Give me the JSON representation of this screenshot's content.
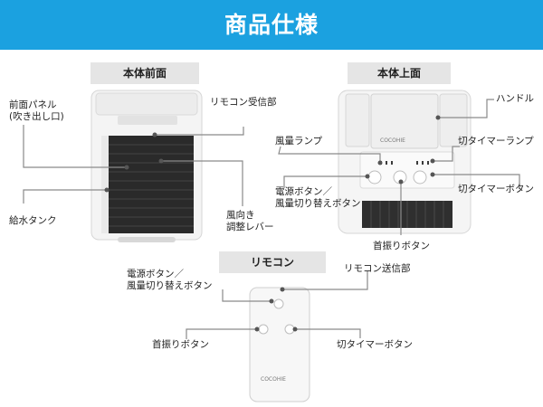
{
  "header": {
    "title": "商品仕様"
  },
  "sections": {
    "front": "本体前面",
    "top": "本体上面",
    "remote": "リモコン"
  },
  "front_labels": {
    "panel_line1": "前面パネル",
    "panel_line2": "(吹き出し口)",
    "remote_receiver": "リモコン受信部",
    "water_tank": "給水タンク",
    "louver_line1": "風向き",
    "louver_line2": "調整レバー"
  },
  "top_labels": {
    "handle": "ハンドル",
    "fan_lamp": "風量ランプ",
    "timer_lamp": "切タイマーランプ",
    "power_line1": "電源ボタン／",
    "power_line2": "風量切り替えボタン",
    "timer_button": "切タイマーボタン",
    "swing_button": "首振りボタン",
    "brand": "COCOHIE"
  },
  "remote_labels": {
    "power_line1": "電源ボタン／",
    "power_line2": "風量切り替えボタン",
    "transmitter": "リモコン送信部",
    "swing_button": "首振りボタン",
    "timer_button": "切タイマーボタン",
    "brand": "COCOHIE"
  },
  "colors": {
    "header_bg": "#1ba1e0",
    "label_bg": "#e5e5e5",
    "leader_line": "#8a8a8a"
  }
}
